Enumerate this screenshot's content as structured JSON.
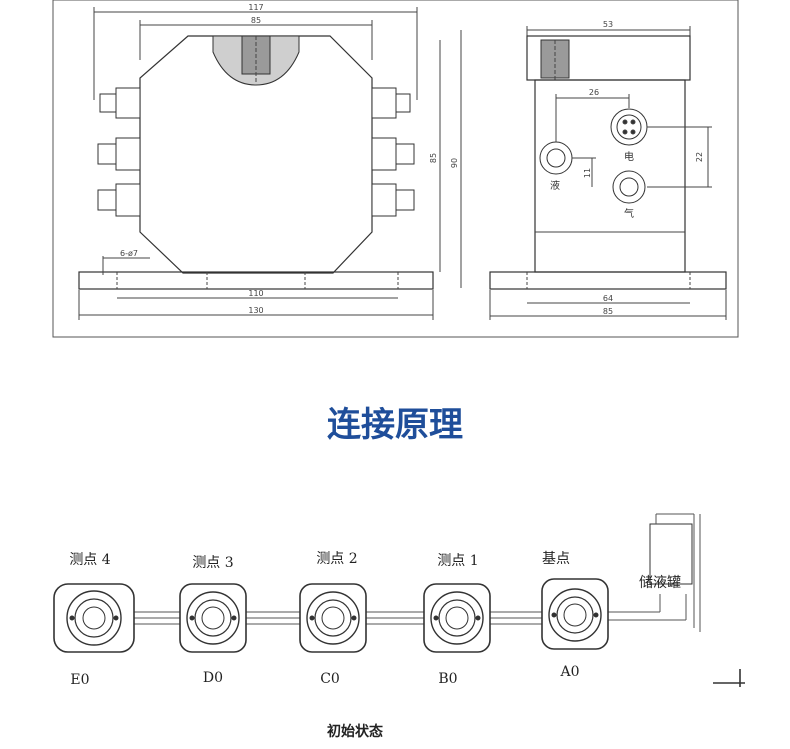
{
  "drawing": {
    "front_view": {
      "dim_overall_width": "117",
      "dim_inner_width": "85",
      "dim_height_inner": "85",
      "dim_height_total": "90",
      "dim_holes": "6-ø7",
      "dim_hole_spacing": "110",
      "dim_base_length": "130"
    },
    "side_view": {
      "dim_top_width": "53",
      "dim_port_spacing_h": "26",
      "dim_port_spacing_v": "22",
      "dim_offset": "11",
      "dim_hole_spacing": "64",
      "dim_base_length": "85",
      "port_liquid": "液",
      "port_power": "电",
      "port_gas": "气"
    }
  },
  "section_title": "连接原理",
  "schematic": {
    "points": [
      {
        "name": "测点 4",
        "id": "E0"
      },
      {
        "name": "测点 3",
        "id": "D0"
      },
      {
        "name": "测点 2",
        "id": "C0"
      },
      {
        "name": "测点 1",
        "id": "B0"
      },
      {
        "name": "基点",
        "id": "A0"
      }
    ],
    "tank_label": "储液罐",
    "caption": "初始状态"
  }
}
